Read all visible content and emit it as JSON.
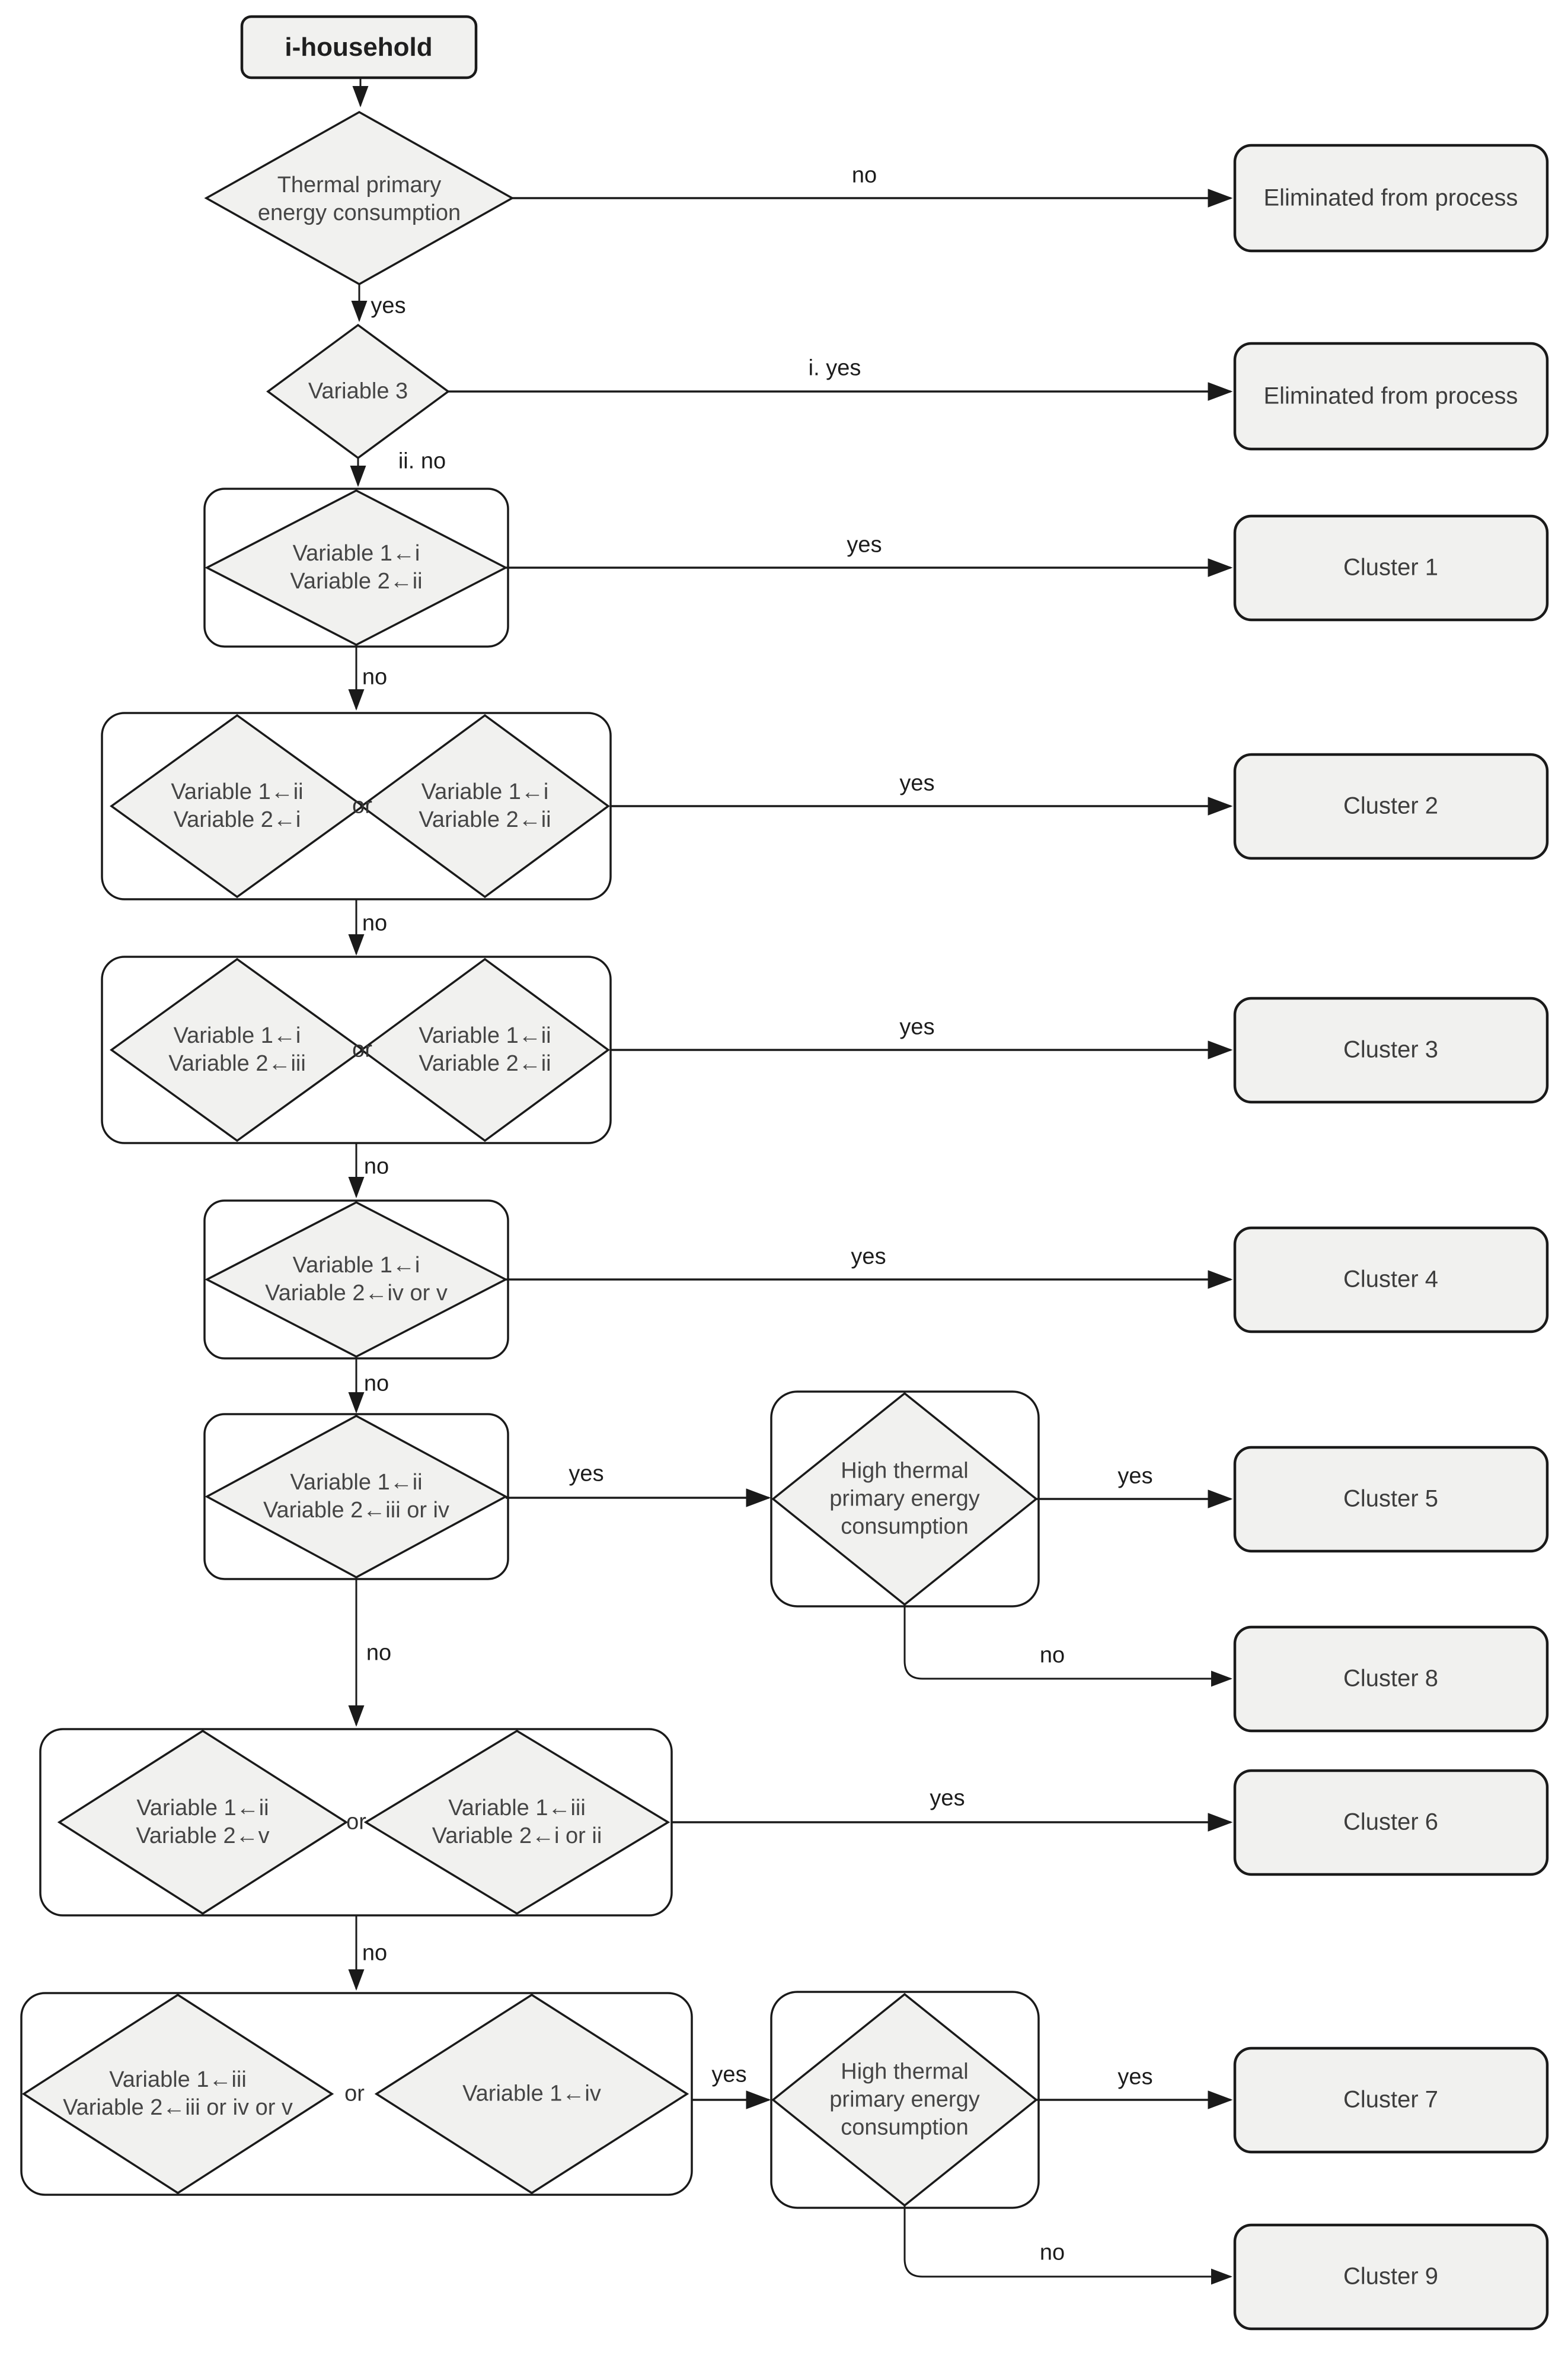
{
  "labels": {
    "yes": "yes",
    "no": "no",
    "i_yes": "i. yes",
    "ii_no": "ii. no",
    "or": "or"
  },
  "nodes": {
    "start": {
      "label": "i-household"
    },
    "thermal": {
      "line1": "Thermal primary",
      "line2": "energy consumption"
    },
    "var3": {
      "line1": "Variable 3"
    },
    "r1": {
      "line1": "Variable 1←i",
      "line2": "Variable 2←ii"
    },
    "r2a": {
      "line1": "Variable 1←ii",
      "line2": "Variable 2←i"
    },
    "r2b": {
      "line1": "Variable 1←i",
      "line2": "Variable 2←ii"
    },
    "r3a": {
      "line1": "Variable 1←i",
      "line2": "Variable 2←iii"
    },
    "r3b": {
      "line1": "Variable 1←ii",
      "line2": "Variable 2←ii"
    },
    "r4": {
      "line1": "Variable 1←i",
      "line2": "Variable 2←iv or v"
    },
    "r5": {
      "line1": "Variable 1←ii",
      "line2": "Variable 2←iii or iv"
    },
    "ht1": {
      "line1": "High thermal",
      "line2": "primary energy",
      "line3": "consumption"
    },
    "r6a": {
      "line1": "Variable 1←ii",
      "line2": "Variable 2←v"
    },
    "r6b": {
      "line1": "Variable 1←iii",
      "line2": "Variable 2←i or ii"
    },
    "r7a": {
      "line1": "Variable 1←iii",
      "line2": "Variable 2←iii or iv or v"
    },
    "r7b": {
      "line1": "Variable 1←iv"
    },
    "ht2": {
      "line1": "High thermal",
      "line2": "primary energy",
      "line3": "consumption"
    },
    "eliminated1": {
      "label": "Eliminated from process"
    },
    "eliminated2": {
      "label": "Eliminated from process"
    },
    "cluster1": {
      "label": "Cluster 1"
    },
    "cluster2": {
      "label": "Cluster 2"
    },
    "cluster3": {
      "label": "Cluster 3"
    },
    "cluster4": {
      "label": "Cluster 4"
    },
    "cluster5": {
      "label": "Cluster 5"
    },
    "cluster6": {
      "label": "Cluster 6"
    },
    "cluster7": {
      "label": "Cluster 7"
    },
    "cluster8": {
      "label": "Cluster 8"
    },
    "cluster9": {
      "label": "Cluster 9"
    }
  },
  "colors": {
    "shape_fill": "#f1f1ef",
    "container_fill": "#ffffff",
    "stroke": "#1a1a1a",
    "node_text": "#454545",
    "label_text": "#1c1c1c"
  }
}
